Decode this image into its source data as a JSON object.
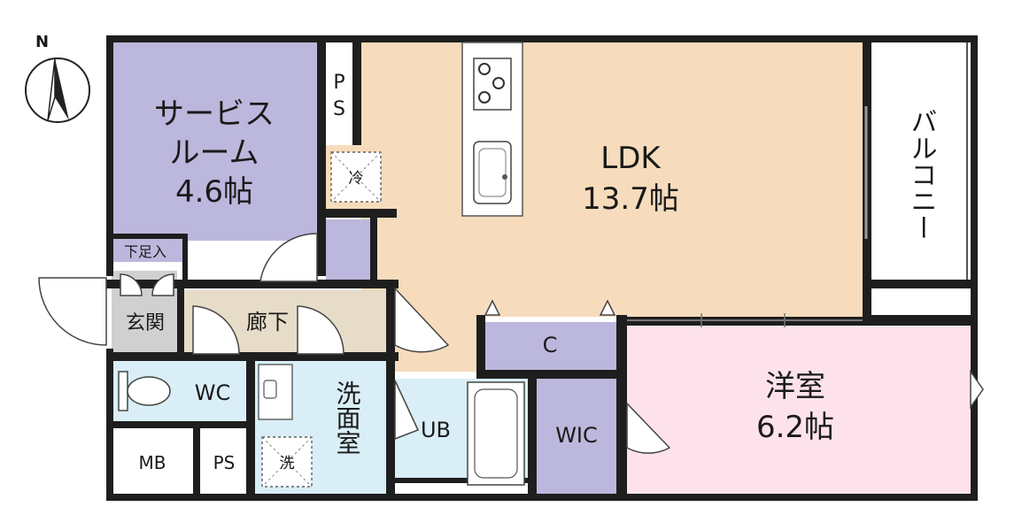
{
  "compass": {
    "north_label": "N"
  },
  "rooms": {
    "service_room": {
      "name_line1": "サービス",
      "name_line2": "ルーム",
      "size": "4.6帖",
      "color": "#bcb7dc"
    },
    "ldk": {
      "name": "LDK",
      "size": "13.7帖",
      "color": "#f6dcbc"
    },
    "western_room": {
      "name": "洋室",
      "size": "6.2帖",
      "color": "#fde2ec"
    },
    "balcony": {
      "name": "バルコニー"
    },
    "hallway": {
      "name": "廊下",
      "color": "#e6dcc8"
    },
    "entrance": {
      "name": "玄関",
      "color": "#d0d0d0"
    },
    "shoe_box": {
      "name": "下足入"
    },
    "toilet": {
      "name": "WC",
      "color": "#d9eef6"
    },
    "washroom": {
      "name": "洗面室",
      "color": "#d9eef6"
    },
    "bath": {
      "name": "UB",
      "color": "#d9eef6"
    },
    "closet": {
      "name": "C"
    },
    "walk_in_closet": {
      "name": "WIC"
    },
    "meter_box": {
      "name": "MB"
    },
    "pipe_space_bottom": {
      "name": "PS"
    },
    "pipe_space_top": {
      "name_line1": "P",
      "name_line2": "S"
    }
  },
  "fixtures": {
    "fridge": "冷",
    "washer": "洗"
  }
}
